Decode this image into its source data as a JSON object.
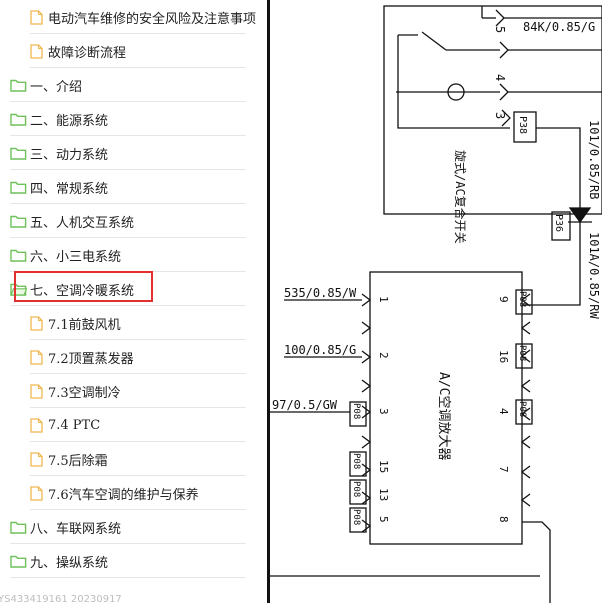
{
  "nav": {
    "items": [
      {
        "label": "电动汽车维修的安全风险及注意事项",
        "level": "sub",
        "icon": "document-icon"
      },
      {
        "label": "故障诊断流程",
        "level": "sub",
        "icon": "document-icon"
      },
      {
        "label": "一、介绍",
        "level": "top",
        "icon": "folder-icon"
      },
      {
        "label": "二、能源系统",
        "level": "top",
        "icon": "folder-icon"
      },
      {
        "label": "三、动力系统",
        "level": "top",
        "icon": "folder-icon"
      },
      {
        "label": "四、常规系统",
        "level": "top",
        "icon": "folder-icon"
      },
      {
        "label": "五、人机交互系统",
        "level": "top",
        "icon": "folder-icon"
      },
      {
        "label": "六、小三电系统",
        "level": "top",
        "icon": "folder-icon"
      },
      {
        "label": "七、空调冷暖系统",
        "level": "top",
        "icon": "folder-open-icon",
        "selected": true
      },
      {
        "label": "7.1前鼓风机",
        "level": "sub",
        "icon": "document-icon"
      },
      {
        "label": "7.2顶置蒸发器",
        "level": "sub",
        "icon": "document-icon"
      },
      {
        "label": "7.3空调制冷",
        "level": "sub",
        "icon": "document-icon"
      },
      {
        "label": "7.4 PTC",
        "level": "sub",
        "icon": "document-icon"
      },
      {
        "label": "7.5后除霜",
        "level": "sub",
        "icon": "document-icon"
      },
      {
        "label": "7.6汽车空调的维护与保养",
        "level": "sub",
        "icon": "document-icon"
      },
      {
        "label": "八、车联网系统",
        "level": "top",
        "icon": "folder-icon"
      },
      {
        "label": "九、操纵系统",
        "level": "top",
        "icon": "folder-icon"
      }
    ],
    "watermark": "YS433419161 20230917"
  },
  "colors": {
    "folder": "#6fc15a",
    "document": "#f0b650",
    "highlight": "#e03030"
  },
  "diagram": {
    "switch_label": "旋式/AC复合开关",
    "amplifier_label": "A/C空调放大器",
    "diode_label": "P36",
    "wires": {
      "w84k": "84K/0.85/G",
      "w535": "535/0.85/W",
      "w100": "100/0.85/G",
      "w97": "97/0.5/GW",
      "w101": "101/0.85/RB",
      "w101a": "101A/0.85/RW"
    },
    "switch_pins": [
      "5",
      "4",
      "3"
    ],
    "switch_connector": "P38",
    "amp_left_pins": [
      "1",
      "2",
      "3",
      "15",
      "13",
      "5"
    ],
    "amp_right_pins": [
      "9",
      "16",
      "4",
      "7",
      "8"
    ],
    "connectors": {
      "l3": "P08",
      "l15": "P08",
      "l13": "P08",
      "l5": "P08",
      "r9": "P08",
      "r16": "P08",
      "r4": "P08"
    }
  }
}
